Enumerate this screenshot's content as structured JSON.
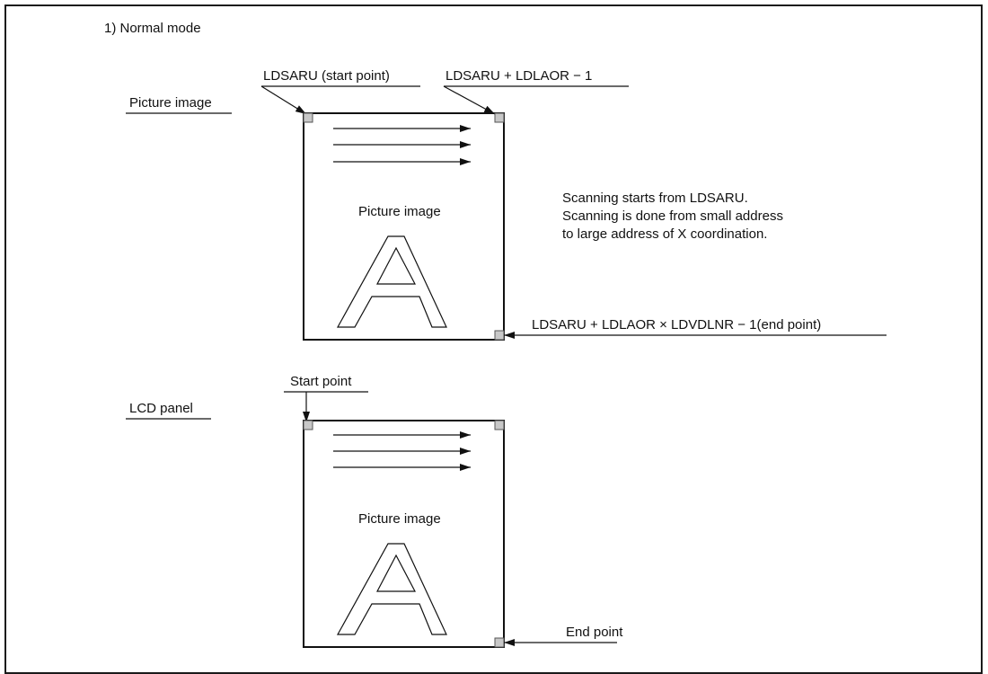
{
  "heading": "1)  Normal mode",
  "sections": {
    "picture_image": {
      "label": "Picture image",
      "start_label": "LDSARU (start point)",
      "top_right_label": "LDSARU + LDLAOR − 1",
      "end_label": "LDSARU + LDLAOR × LDVDLNR − 1(end point)",
      "inner_label": "Picture image",
      "glyph": "A"
    },
    "lcd_panel": {
      "label": "LCD panel",
      "start_label": "Start point",
      "end_label": "End point",
      "inner_label": "Picture image",
      "glyph": "A"
    }
  },
  "description": {
    "line1": "Scanning starts from LDSARU.",
    "line2": "Scanning is done from small address",
    "line3": "to large address of X coordination."
  }
}
